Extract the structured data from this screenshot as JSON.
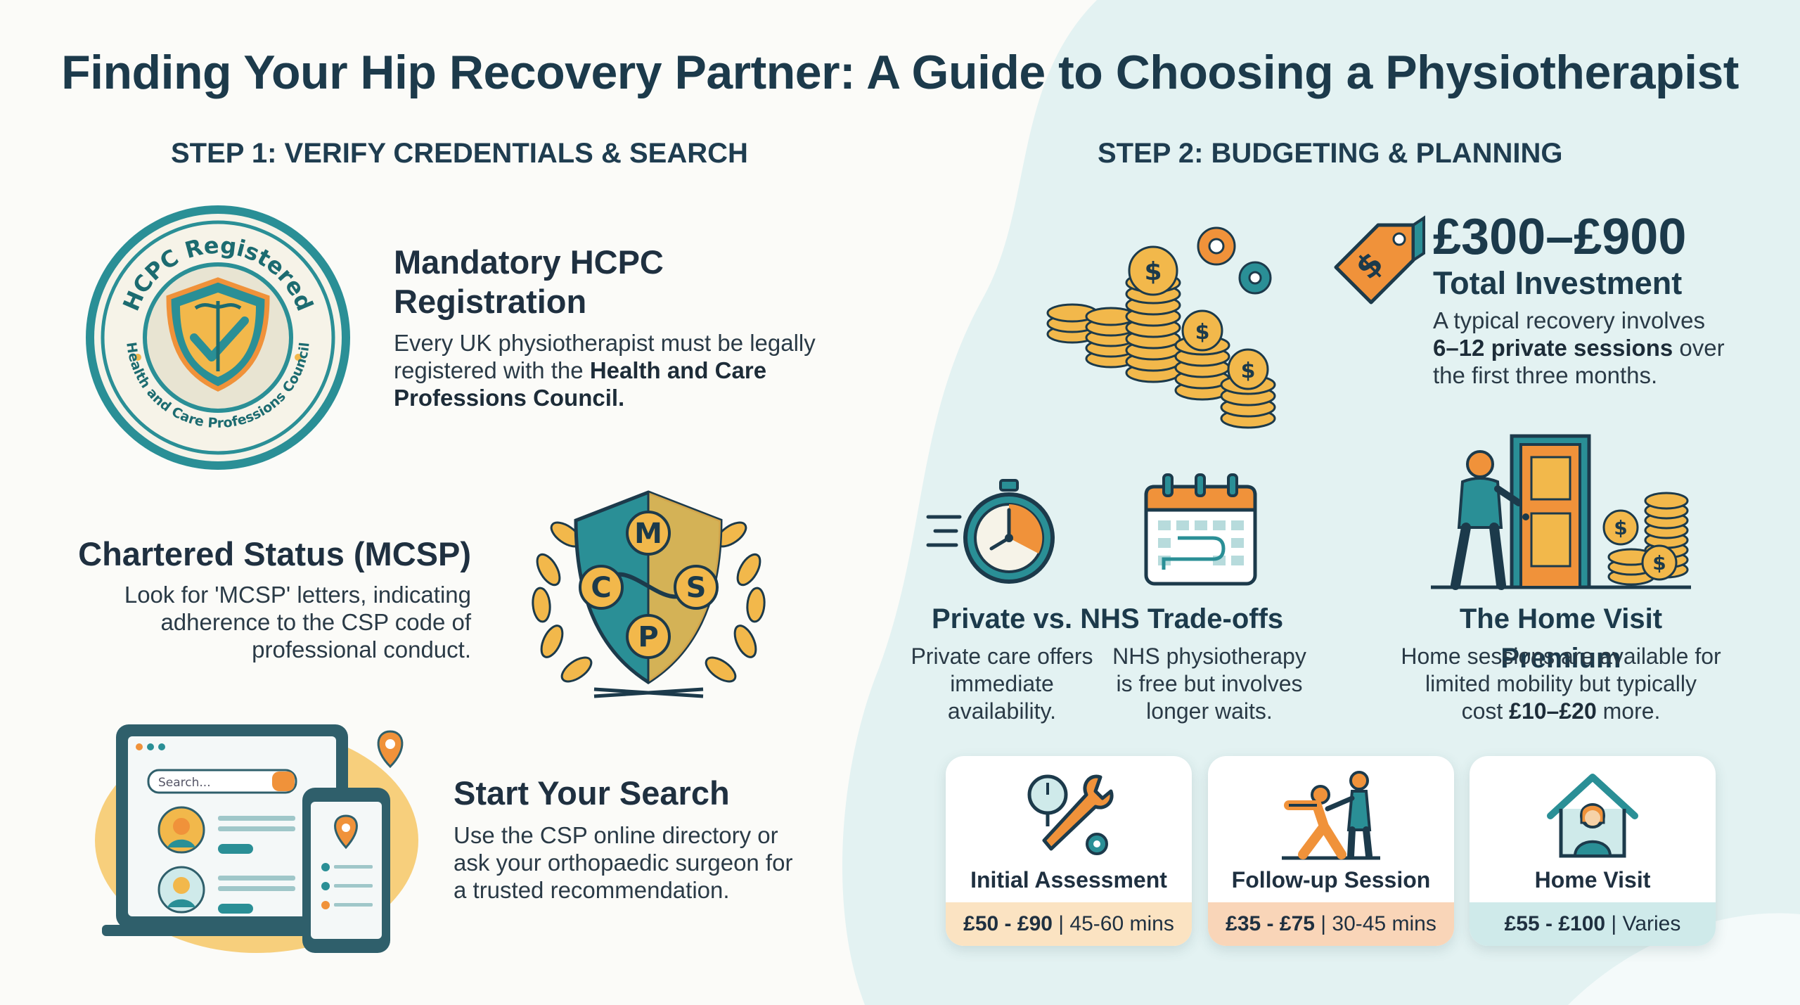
{
  "title": "Finding Your Hip Recovery Partner: A Guide to Choosing a Physiotherapist",
  "step1": {
    "heading": "STEP 1: VERIFY CREDENTIALS & SEARCH",
    "hcpc": {
      "badge_top": "HCPC Registered",
      "badge_bottom": "Health and Care Professions Council",
      "title_line1": "Mandatory HCPC",
      "title_line2": "Registration",
      "text_line1": "Every UK physiotherapist must be legally",
      "text_line2_plain": "registered with the ",
      "text_line2_bold": "Health and Care",
      "text_line3_bold": "Professions Council."
    },
    "mcsp": {
      "title": "Chartered Status (MCSP)",
      "text_line1": "Look for 'MCSP' letters, indicating",
      "text_line2": "adherence to the CSP code of",
      "text_line3": "professional conduct.",
      "letters": [
        "M",
        "C",
        "S",
        "P"
      ]
    },
    "search": {
      "title": "Start Your Search",
      "text_line1": "Use the CSP online directory or",
      "text_line2": "ask your orthopaedic surgeon for",
      "text_line3": "a trusted recommendation.",
      "placeholder": "Search..."
    }
  },
  "step2": {
    "heading": "STEP 2: BUDGETING & PLANNING",
    "investment": {
      "amount": "£300–£900",
      "label": "Total Investment",
      "text_line1": "A typical recovery involves",
      "text_line2_bold": "6–12 private sessions",
      "text_line2_plain": " over",
      "text_line3": "the first three months."
    },
    "tradeoffs": {
      "title": "Private vs. NHS Trade-offs",
      "private_line1": "Private care offers",
      "private_line2": "immediate",
      "private_line3": "availability.",
      "nhs_line1": "NHS physiotherapy",
      "nhs_line2": "is free but involves",
      "nhs_line3": "longer waits."
    },
    "home_visit": {
      "title": "The Home Visit Premium",
      "text_line1": "Home sessions are available for",
      "text_line2": "limited mobility but typically",
      "text_line3_plain": "cost ",
      "text_line3_bold": "£10–£20",
      "text_line3_end": " more."
    },
    "cards": [
      {
        "name": "Initial Assessment",
        "price": "£50 - £90",
        "duration": " | 45-60 mins",
        "color": "#fbe3c2"
      },
      {
        "name": "Follow-up Session",
        "price": "£35 - £75",
        "duration": " | 30-45 mins",
        "color": "#f9d5b8"
      },
      {
        "name": "Home Visit",
        "price": "£55 - £100",
        "duration": " | Varies",
        "color": "#cfeaea"
      }
    ]
  },
  "colors": {
    "teal": "#2a8f96",
    "orange": "#f0923a",
    "gold": "#f2b84b",
    "navy": "#1c3a4b",
    "blob": "#e3f2f2"
  }
}
